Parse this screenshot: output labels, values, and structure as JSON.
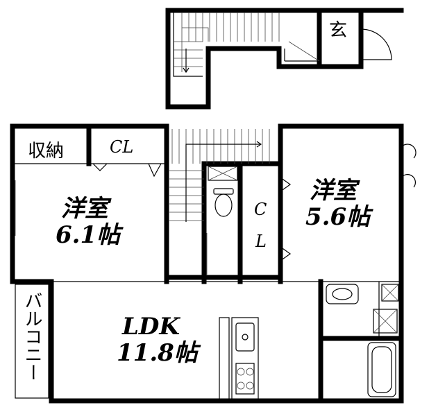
{
  "rooms": {
    "entrance": "玄",
    "storage": "収納",
    "closet_left": "CL",
    "western_left_name": "洋室",
    "western_left_size": "6.1帖",
    "western_right_name": "洋室",
    "western_right_size": "5.6帖",
    "closet_mid_c": "C",
    "closet_mid_l": "L",
    "ldk_name": "LDK",
    "ldk_size": "11.8帖",
    "balcony": "バルコニー"
  }
}
